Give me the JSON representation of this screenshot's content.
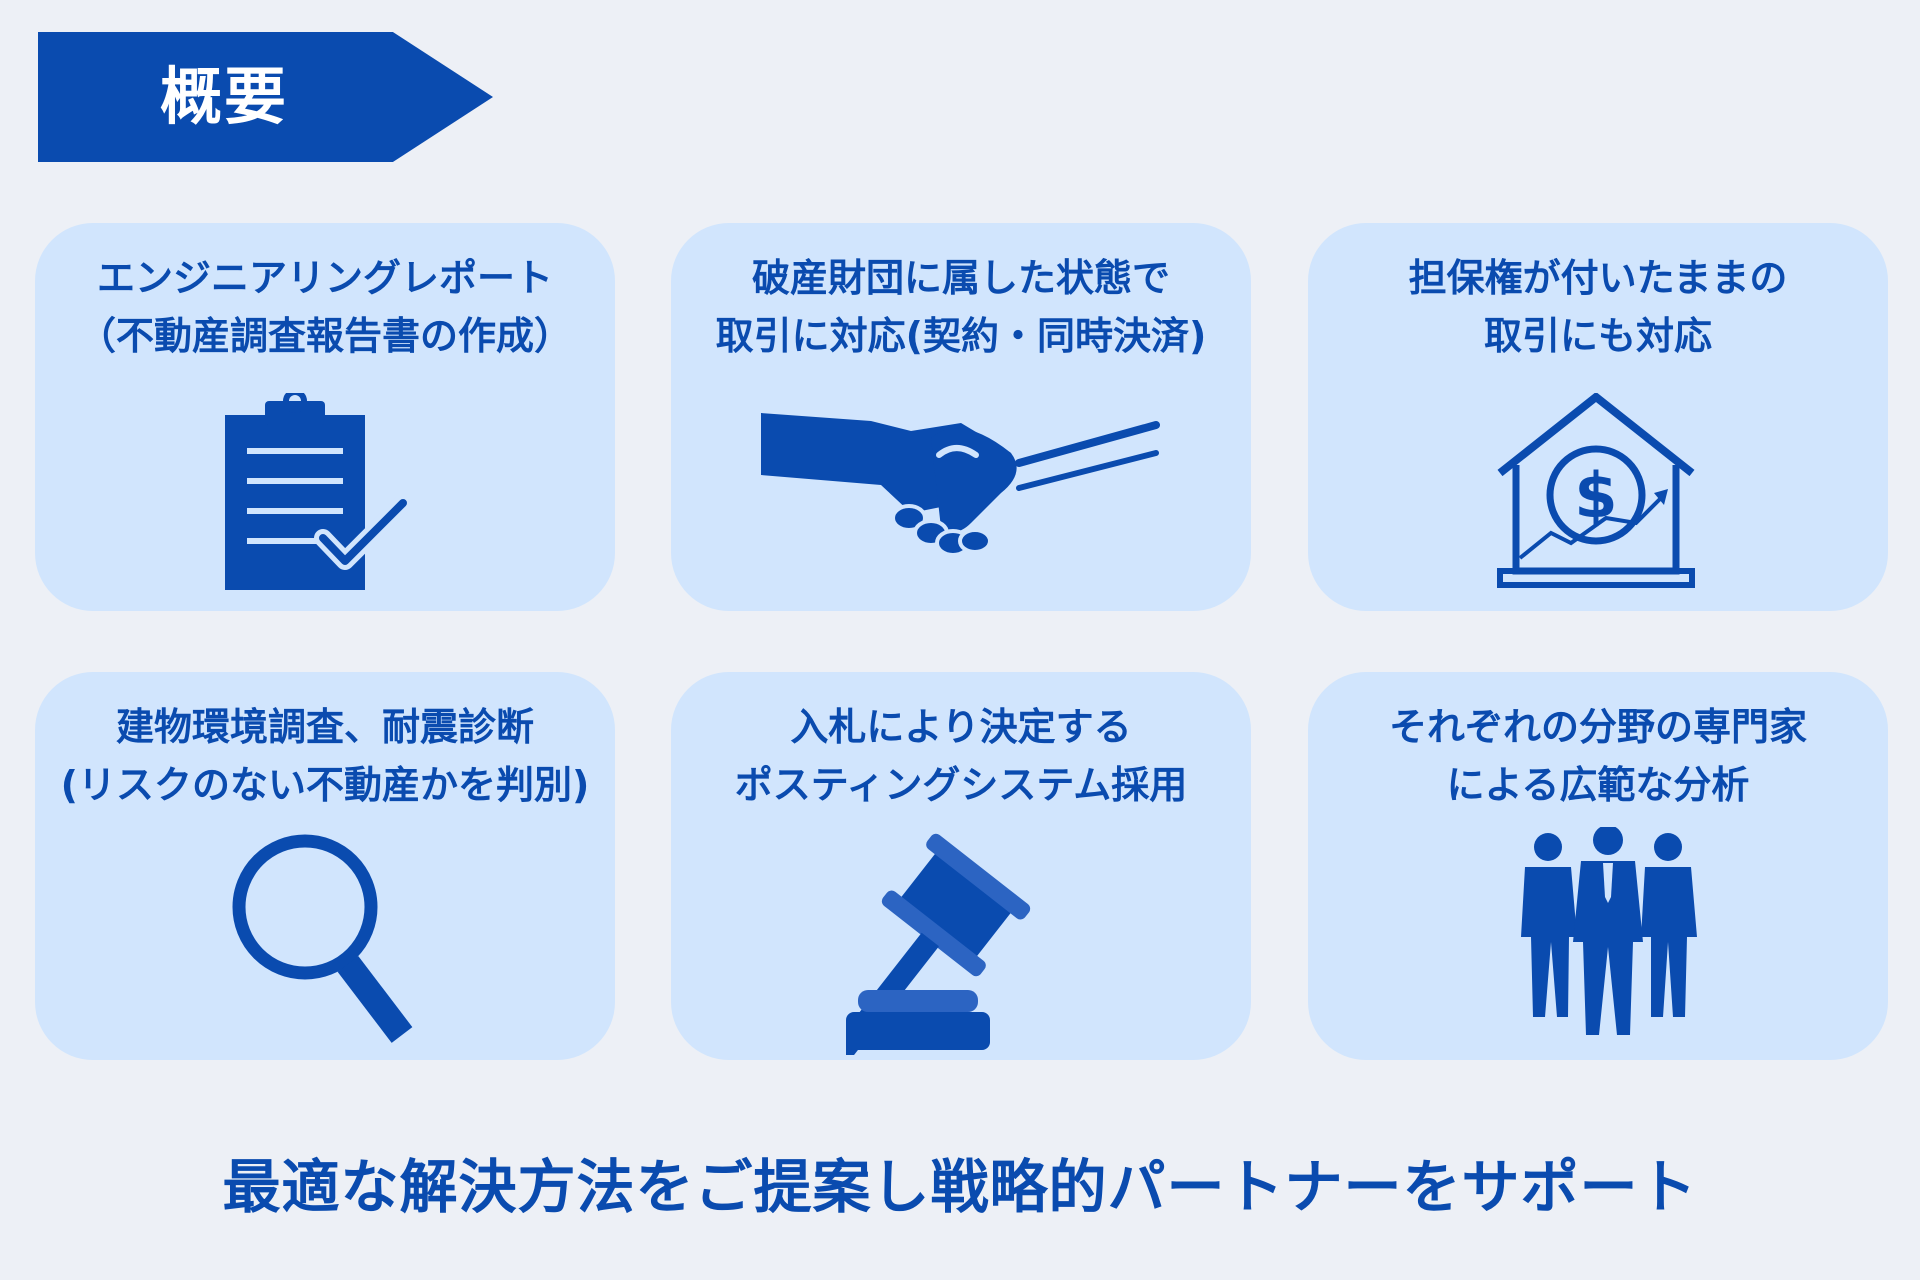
{
  "banner": {
    "title": "概要"
  },
  "cards": [
    {
      "line1": "エンジニアリングレポート",
      "line2": "（不動産調査報告書の作成）",
      "icon": "clipboard-check-icon"
    },
    {
      "line1": "破産財団に属した状態で",
      "line2": "取引に対応(契約・同時決済)",
      "icon": "handshake-icon"
    },
    {
      "line1": "担保権が付いたままの",
      "line2": "取引にも対応",
      "icon": "house-dollar-icon"
    },
    {
      "line1": "建物環境調査、耐震診断",
      "line2": "(リスクのない不動産かを判別)",
      "icon": "magnifier-icon"
    },
    {
      "line1": "入札により決定する",
      "line2": "ポスティングシステム採用",
      "icon": "gavel-icon"
    },
    {
      "line1": "それぞれの分野の専門家",
      "line2": "による広範な分析",
      "icon": "business-team-icon"
    }
  ],
  "footer": {
    "text": "最適な解決方法をご提案し戦略的パートナーをサポート"
  },
  "colors": {
    "primary": "#0a4baf",
    "card": "#d1e5fd",
    "background": "#edf0f6"
  }
}
